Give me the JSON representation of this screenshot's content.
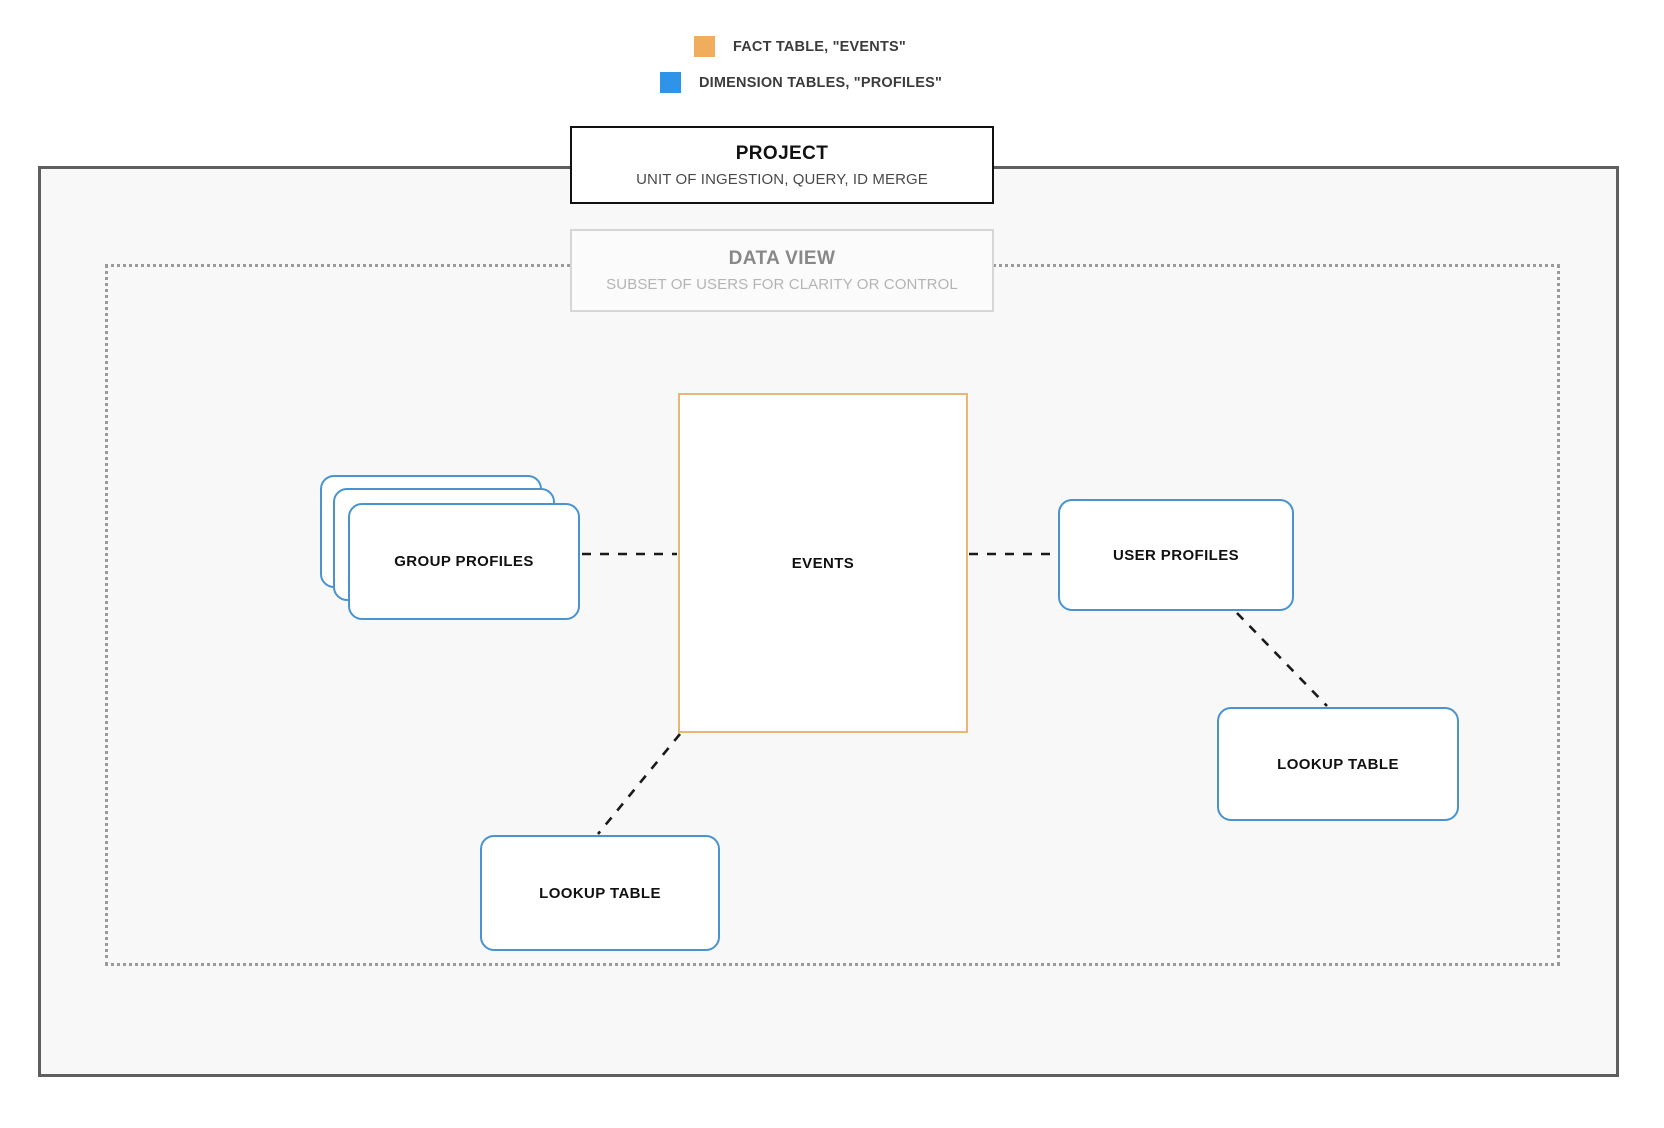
{
  "legend": {
    "items": [
      {
        "label": "FACT TABLE, \"EVENTS\"",
        "color": "#f0ad5e",
        "icon": "square-swatch-icon"
      },
      {
        "label": "DIMENSION TABLES, \"PROFILES\"",
        "color": "#2f93e8",
        "icon": "square-swatch-icon"
      }
    ]
  },
  "project": {
    "title": "PROJECT",
    "subtitle": "UNIT OF INGESTION, QUERY, ID MERGE"
  },
  "data_view": {
    "title": "DATA VIEW",
    "subtitle": "SUBSET OF USERS FOR CLARITY OR CONTROL"
  },
  "nodes": {
    "events": {
      "label": "EVENTS",
      "type": "fact-table",
      "color": "#e8b872"
    },
    "group_profiles": {
      "label": "GROUP PROFILES",
      "type": "dimension-table-stack",
      "color": "#4a93cf",
      "stack_count": 3
    },
    "user_profiles": {
      "label": "USER PROFILES",
      "type": "dimension-table",
      "color": "#4a93cf"
    },
    "lookup_left": {
      "label": "LOOKUP TABLE",
      "type": "dimension-table",
      "color": "#4a93cf"
    },
    "lookup_right": {
      "label": "LOOKUP TABLE",
      "type": "dimension-table",
      "color": "#4a93cf"
    }
  },
  "colors": {
    "fact_accent": "#f0ad5e",
    "dimension_accent": "#2f93e8",
    "node_border_blue": "#4a93cf",
    "node_border_orange": "#e8b872",
    "frame_solid": "#5f5f5f",
    "frame_dotted": "#9a9a9a",
    "frame_fill": "#f8f8f8",
    "connector": "#1a1a1a"
  }
}
